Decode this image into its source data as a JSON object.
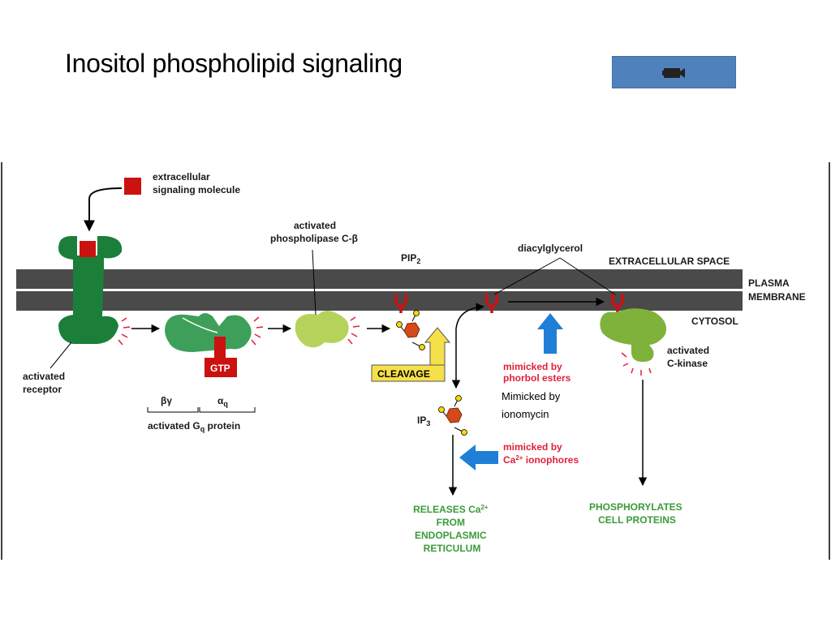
{
  "slide": {
    "title": "Inositol phospholipid signaling"
  },
  "video_button": {
    "icon": "video-camera-icon",
    "color": "#4f81bd"
  },
  "diagram": {
    "extracellular_signal": [
      "extracellular",
      "signaling molecule"
    ],
    "activated_receptor": [
      "activated",
      "receptor"
    ],
    "activated_plc": [
      "activated",
      "phospholipase C-β"
    ],
    "pip2": "PIP",
    "pip2_sub": "2",
    "diacylglycerol": "diacylglycerol",
    "extracellular_space": "EXTRACELLULAR SPACE",
    "plasma_membrane": [
      "PLASMA",
      "MEMBRANE"
    ],
    "cytosol": "CYTOSOL",
    "gtp": "GTP",
    "beta_gamma": "βγ",
    "alpha": "α",
    "alpha_sub": "q",
    "gq_protein": "activated G",
    "gq_sub": "q",
    "gq_suffix": " protein",
    "cleavage": "CLEAVAGE",
    "ip3": "IP",
    "ip3_sub": "3",
    "mimicked_phorbol": [
      "mimicked by",
      "phorbol esters"
    ],
    "mimicked_ionomycin": [
      "Mimicked by",
      "ionomycin"
    ],
    "mimicked_ionophores": [
      "mimicked by",
      "Ca",
      "2+",
      " ionophores"
    ],
    "activated_ckinase": [
      "activated",
      "C-kinase"
    ],
    "releases_ca": [
      "RELEASES Ca",
      "2+",
      "FROM",
      "ENDOPLASMIC",
      "RETICULUM"
    ],
    "phosphorylates": [
      "PHOSPHORYLATES",
      "CELL PROTEINS"
    ]
  },
  "colors": {
    "membrane": "#4a4a4a",
    "receptor": "#1b7f3a",
    "g_protein": "#3e9f5a",
    "plc": "#b5d35a",
    "c_kinase": "#7fb23a",
    "signal_molecule": "#cc1111",
    "ip3": "#d44a1a",
    "cleavage_arrow": "#f5e04a",
    "mimic_arrow": "#1f7fd6",
    "mimic_text": "#e0203a",
    "outcome_text": "#3a9b3a"
  }
}
